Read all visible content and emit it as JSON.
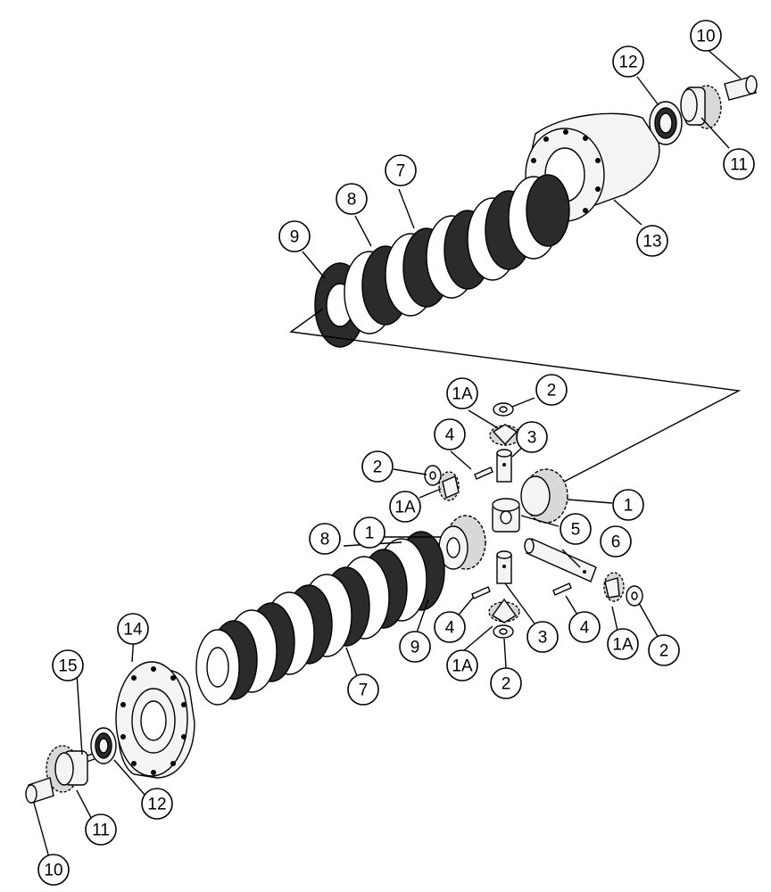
{
  "diagram": {
    "colors": {
      "ink": "#000000",
      "friction_plate": "#2b2b2b",
      "background": "#ffffff"
    },
    "callouts": [
      {
        "id": "c1",
        "text": "10"
      },
      {
        "id": "c2",
        "text": "12"
      },
      {
        "id": "c3",
        "text": "11"
      },
      {
        "id": "c4",
        "text": "13"
      },
      {
        "id": "c5",
        "text": "7"
      },
      {
        "id": "c6",
        "text": "8"
      },
      {
        "id": "c7",
        "text": "9"
      },
      {
        "id": "c8",
        "text": "1A"
      },
      {
        "id": "c9",
        "text": "2"
      },
      {
        "id": "c10",
        "text": "4"
      },
      {
        "id": "c11",
        "text": "3"
      },
      {
        "id": "c12",
        "text": "2"
      },
      {
        "id": "c13",
        "text": "1A"
      },
      {
        "id": "c14",
        "text": "1"
      },
      {
        "id": "c15",
        "text": "8"
      },
      {
        "id": "c16",
        "text": "1"
      },
      {
        "id": "c17",
        "text": "5"
      },
      {
        "id": "c18",
        "text": "6"
      },
      {
        "id": "c19",
        "text": "14"
      },
      {
        "id": "c20",
        "text": "15"
      },
      {
        "id": "c21",
        "text": "4"
      },
      {
        "id": "c22",
        "text": "9"
      },
      {
        "id": "c23",
        "text": "3"
      },
      {
        "id": "c24",
        "text": "4"
      },
      {
        "id": "c25",
        "text": "1A"
      },
      {
        "id": "c26",
        "text": "2"
      },
      {
        "id": "c27",
        "text": "1A"
      },
      {
        "id": "c28",
        "text": "2"
      },
      {
        "id": "c29",
        "text": "7"
      },
      {
        "id": "c30",
        "text": "12"
      },
      {
        "id": "c31",
        "text": "11"
      },
      {
        "id": "c32",
        "text": "10"
      }
    ]
  }
}
